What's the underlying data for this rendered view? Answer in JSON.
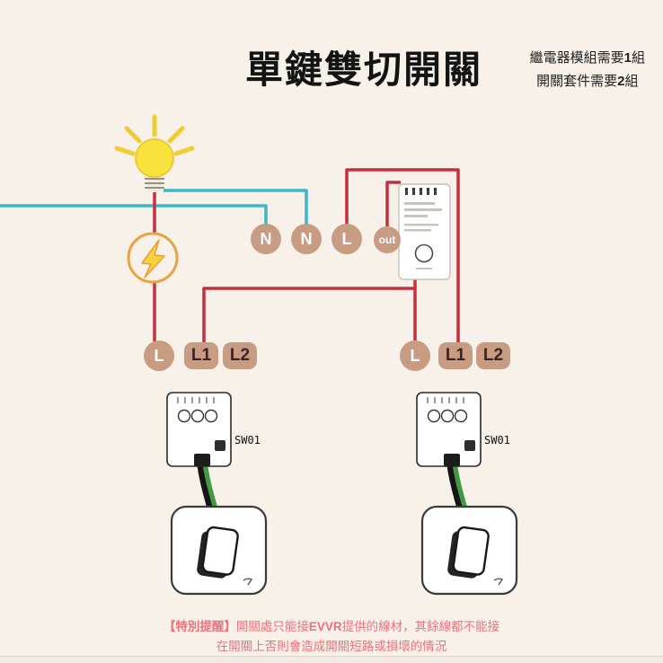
{
  "title": "單鍵雙切開關",
  "notes": {
    "line1": {
      "pre": "繼電器模組需要",
      "num": "1",
      "suf": "組"
    },
    "line2": {
      "pre": "開關套件需要",
      "num": "2",
      "suf": "組"
    }
  },
  "terminals": {
    "n1": "N",
    "n2": "N",
    "l": "L",
    "out": "out"
  },
  "left_group": {
    "l": "L",
    "l1": "L1",
    "l2": "L2"
  },
  "right_group": {
    "l": "L",
    "l1": "L1",
    "l2": "L2"
  },
  "devices": {
    "left_label": "SW01",
    "right_label": "SW01"
  },
  "caption": {
    "alert": "【特別提醒】",
    "line1_pre": "開關處只能接",
    "brand": "EVVR",
    "line1_post": "提供的線材，其餘線都不能接",
    "line2": "在開關上否則會造成開關短路或損壞的情況"
  },
  "colors": {
    "background": "#f7f1ea",
    "wire_live": "#c5303f",
    "wire_neutral": "#3db6c6",
    "terminal": "#c79c83",
    "terminal_text_dark": "#3d2326",
    "caption": "#ee707b",
    "bulb": "#f8e23b",
    "bolt_ring": "#e8a33e",
    "cable_green": "#3f9b3f"
  }
}
